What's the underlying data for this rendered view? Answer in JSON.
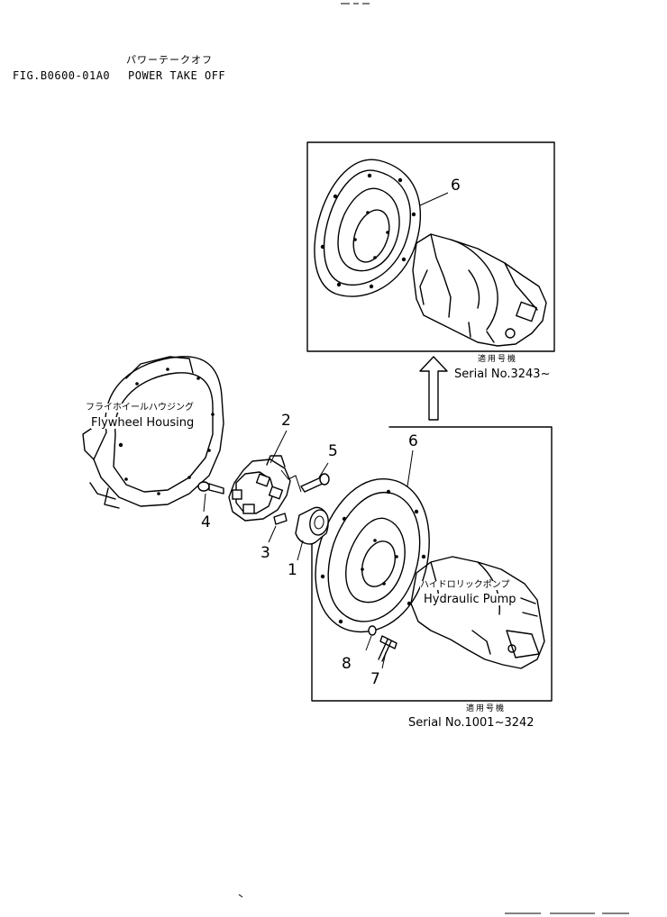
{
  "header": {
    "title_jp": "パワーテークオフ",
    "fig_number": "FIG.B0600-01A0",
    "title_en": "POWER TAKE OFF"
  },
  "labels": {
    "flywheel_housing_jp": "フライホイールハウジング",
    "flywheel_housing_en": "Flywheel Housing",
    "hydraulic_pump_jp": "ハイドロリックポンプ",
    "hydraulic_pump_en": "Hydraulic Pump"
  },
  "upper_inset": {
    "serial_heading": "適用号機",
    "serial_range": "Serial No.3243~"
  },
  "lower_inset": {
    "serial_heading": "適用号機",
    "serial_range": "Serial No.1001~3242"
  },
  "callouts": [
    "1",
    "2",
    "3",
    "4",
    "5",
    "6",
    "6",
    "7",
    "8"
  ]
}
